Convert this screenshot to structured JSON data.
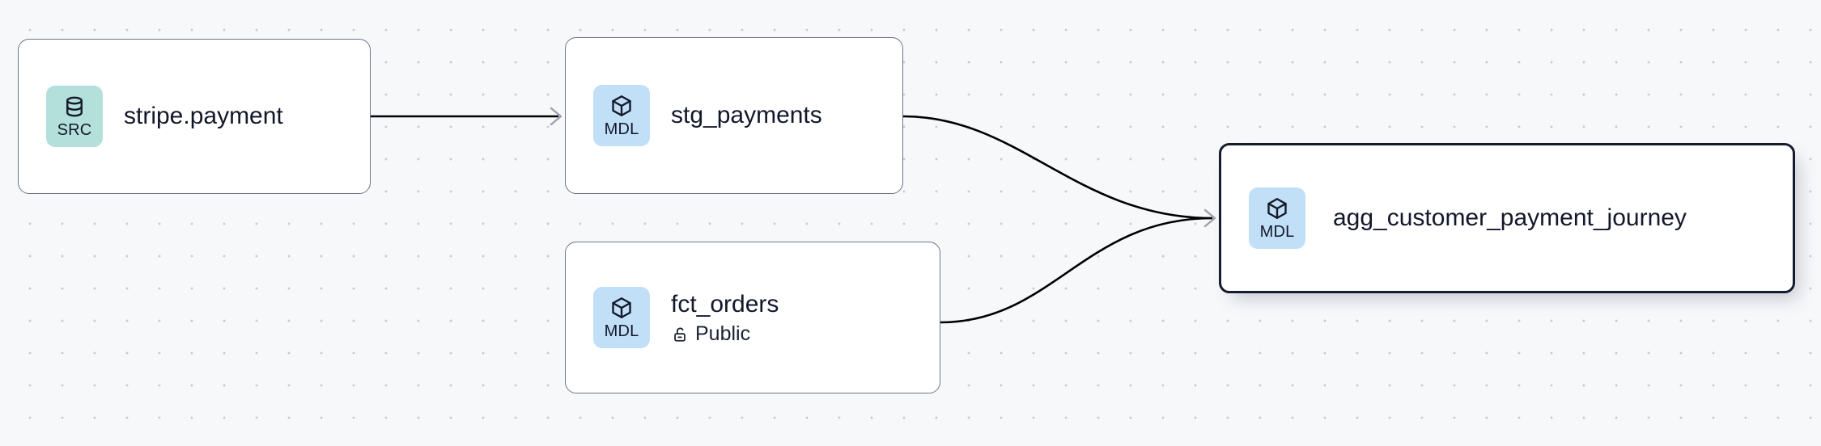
{
  "canvas": {
    "background_color": "#f7f8fa",
    "grid": "dot-grid",
    "dot_color": "#c9ccd6"
  },
  "colors": {
    "source_badge": "#b4e0dc",
    "model_badge": "#c1e0f7",
    "node_border": "#6d7489",
    "selected_border": "#161b2e",
    "edge": "#000000",
    "arrow": "#9aa0ae",
    "text": "#12172a"
  },
  "graph": {
    "type": "lineage-dag",
    "nodes": [
      {
        "id": "stripe-payment",
        "title": "stripe.payment",
        "badge_label": "SRC",
        "badge_icon": "database-icon",
        "badge_kind": "source",
        "subtitle": null,
        "subtitle_icon": null,
        "selected": false
      },
      {
        "id": "stg-payments",
        "title": "stg_payments",
        "badge_label": "MDL",
        "badge_icon": "cube-icon",
        "badge_kind": "model",
        "subtitle": null,
        "subtitle_icon": null,
        "selected": false
      },
      {
        "id": "fct-orders",
        "title": "fct_orders",
        "badge_label": "MDL",
        "badge_icon": "cube-icon",
        "badge_kind": "model",
        "subtitle": "Public",
        "subtitle_icon": "unlock-icon",
        "selected": false
      },
      {
        "id": "agg-customer-payment-journey",
        "title": "agg_customer_payment_journey",
        "badge_label": "MDL",
        "badge_icon": "cube-icon",
        "badge_kind": "model",
        "subtitle": null,
        "subtitle_icon": null,
        "selected": true
      }
    ],
    "edges": [
      {
        "id": "e1",
        "from": "stripe-payment",
        "to": "stg-payments",
        "style": "straight",
        "arrowhead": "chevron"
      },
      {
        "id": "e2",
        "from": "stg-payments",
        "to": "agg-customer-payment-journey",
        "style": "bezier",
        "arrowhead": "chevron"
      },
      {
        "id": "e3",
        "from": "fct-orders",
        "to": "agg-customer-payment-journey",
        "style": "bezier",
        "arrowhead": "chevron"
      }
    ]
  }
}
